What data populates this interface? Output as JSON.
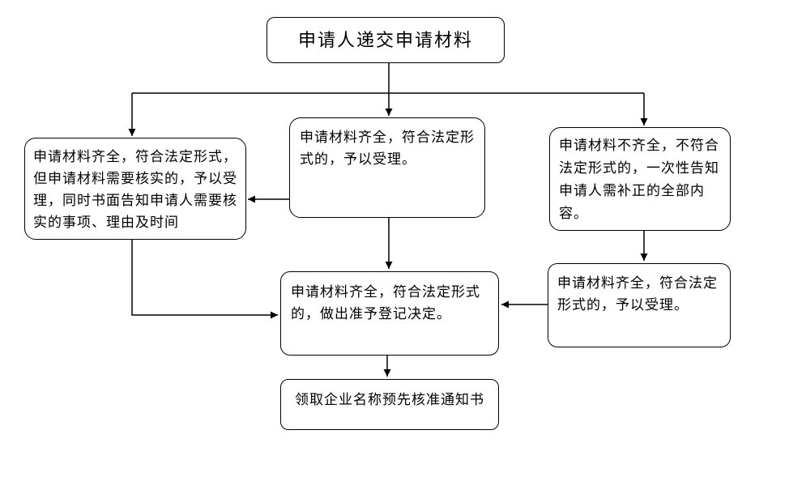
{
  "diagram": {
    "type": "flowchart",
    "language": "zh-CN",
    "colors": {
      "background": "#ffffff",
      "node_fill": "#ffffff",
      "node_border": "#000000",
      "line": "#000000",
      "text": "#000000"
    },
    "nodes": {
      "start": {
        "text": "申请人递交申请材料"
      },
      "left_accept_verify": {
        "text": "申请材料齐全，符合法定形式，\n但申请材料需要核实的，予以受\n理，同时书面告知申请人需要核\n实的事项、理由及时间"
      },
      "middle_accept": {
        "text": "申请材料齐全，符合法定形\n式的，予以受理。"
      },
      "right_incomplete": {
        "text": "申请材料不齐全，不符合\n法定形式的，一次性告知\n申请人需补正的全部内\n容。"
      },
      "right_accept": {
        "text": "申请材料齐全，符合法定\n形式的，予以受理。"
      },
      "decision": {
        "text": "申请材料齐全，符合法定形式\n的，做出准予登记决定。"
      },
      "end": {
        "text": "领取企业名称预先核准通知书"
      }
    },
    "edges": [
      {
        "from": "start",
        "to": "left_accept_verify"
      },
      {
        "from": "start",
        "to": "middle_accept"
      },
      {
        "from": "start",
        "to": "right_incomplete"
      },
      {
        "from": "middle_accept",
        "to": "left_accept_verify"
      },
      {
        "from": "left_accept_verify",
        "to": "decision"
      },
      {
        "from": "middle_accept",
        "to": "decision"
      },
      {
        "from": "right_incomplete",
        "to": "right_accept"
      },
      {
        "from": "right_accept",
        "to": "decision"
      },
      {
        "from": "decision",
        "to": "end"
      }
    ]
  }
}
